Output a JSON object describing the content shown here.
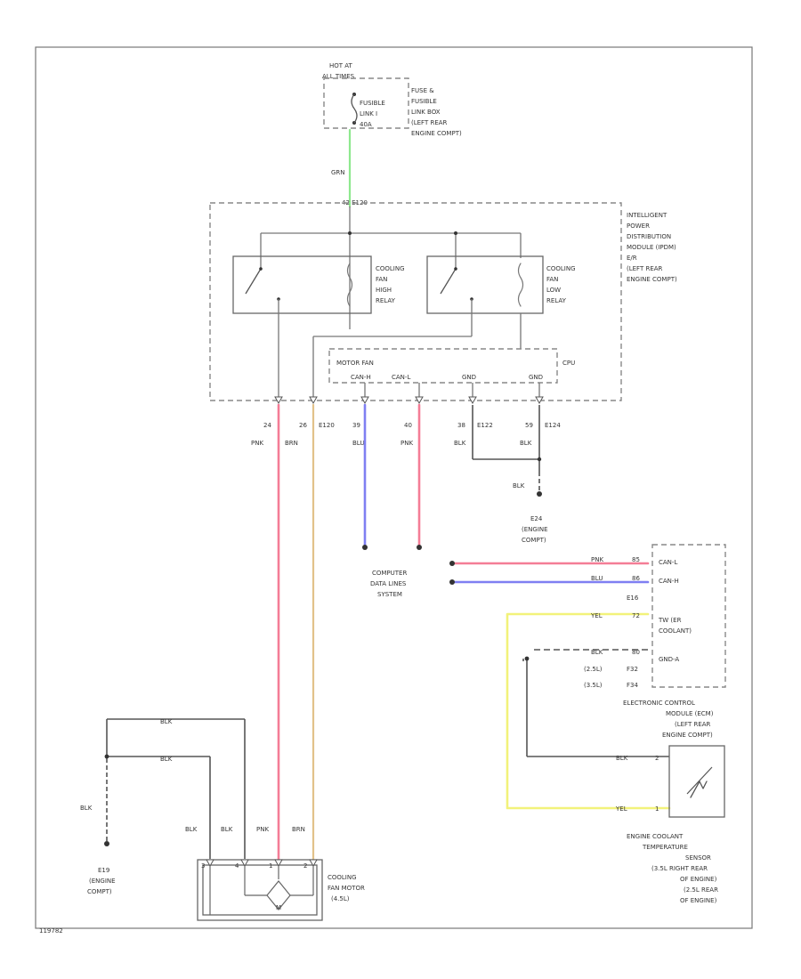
{
  "battery_label": [
    "HOT AT",
    "ALL TIMES"
  ],
  "fuse": {
    "lines": [
      "FUSIBLE",
      "LINK I",
      "40A"
    ],
    "location": [
      "FUSE &",
      "FUSIBLE",
      "LINK BOX",
      "(LEFT REAR",
      "ENGINE COMPT)"
    ]
  },
  "feed_wire_color": "GRN",
  "ipdm_pin": "42 E120",
  "ipdm_label": [
    "INTELLIGENT",
    "POWER",
    "DISTRIBUTION",
    "MODULE (IPDM)",
    "E/R",
    "(LEFT REAR",
    "ENGINE COMPT)"
  ],
  "high_relay": [
    "COOLING",
    "FAN",
    "HIGH",
    "RELAY"
  ],
  "low_relay": [
    "COOLING",
    "FAN",
    "LOW",
    "RELAY"
  ],
  "cpu_label": "CPU",
  "motor_fan_label": "MOTOR FAN",
  "cpu_signals": [
    "CAN-H",
    "CAN-L",
    "GND",
    "GND"
  ],
  "ipdm_pins": [
    {
      "num": "24",
      "conn": "",
      "color": "PNK"
    },
    {
      "num": "26",
      "conn": "E120",
      "color": "BRN"
    },
    {
      "num": "39",
      "conn": "",
      "color": "BLU"
    },
    {
      "num": "40",
      "conn": "",
      "color": "PNK"
    },
    {
      "num": "38",
      "conn": "E122",
      "color": "BLK"
    },
    {
      "num": "59",
      "conn": "E124",
      "color": "BLK"
    }
  ],
  "ground_wire": "BLK",
  "ground_e24": [
    "E24",
    "(ENGINE",
    "COMPT)"
  ],
  "data_lines": [
    "COMPUTER",
    "DATA LINES",
    "SYSTEM"
  ],
  "ecm_wires": [
    {
      "color": "PNK",
      "pin": "85"
    },
    {
      "color": "BLU",
      "pin": "86"
    },
    {
      "color": "YEL",
      "pin": "72"
    },
    {
      "color": "BLK",
      "pin": "80"
    }
  ],
  "ecm_connector": "E16",
  "ecm_signals": [
    "CAN-L",
    "CAN-H",
    "TW (ER",
    "COOLANT)",
    "GND-A"
  ],
  "ecm_alt_pins": [
    {
      "label": "(2.5L)",
      "pin": "F32"
    },
    {
      "label": "(3.5L)",
      "pin": "F34"
    }
  ],
  "ecm_label": [
    "ELECTRONIC CONTROL",
    "MODULE (ECM)",
    "(LEFT REAR",
    "ENGINE COMPT)"
  ],
  "sensor_wires": [
    {
      "color": "BLK",
      "pin": "2"
    },
    {
      "color": "YEL",
      "pin": "1"
    }
  ],
  "sensor_label": [
    "ENGINE COOLANT",
    "TEMPERATURE",
    "SENSOR",
    "(3.5L RIGHT REAR",
    "OF ENGINE)",
    "(2.5L REAR",
    "OF ENGINE)"
  ],
  "motor_ground_wires": [
    "BLK",
    "BLK"
  ],
  "ground_e19": [
    "E19",
    "(ENGINE",
    "COMPT)"
  ],
  "motor_pins": [
    {
      "pin": "3",
      "color": "BLK"
    },
    {
      "pin": "4",
      "color": "BLK"
    },
    {
      "pin": "1",
      "color": "PNK"
    },
    {
      "pin": "2",
      "color": "BRN"
    }
  ],
  "motor_center": "M",
  "motor_label": [
    "COOLING",
    "FAN MOTOR",
    "(4.5L)"
  ],
  "page_code": "119782",
  "wire_colors": {
    "PNK": "#f47d96",
    "BRN": "#e2c28a",
    "BLU": "#7f7ff2",
    "GRN": "#8ee88e",
    "YEL": "#f2f27a",
    "BLK": "#555555"
  }
}
